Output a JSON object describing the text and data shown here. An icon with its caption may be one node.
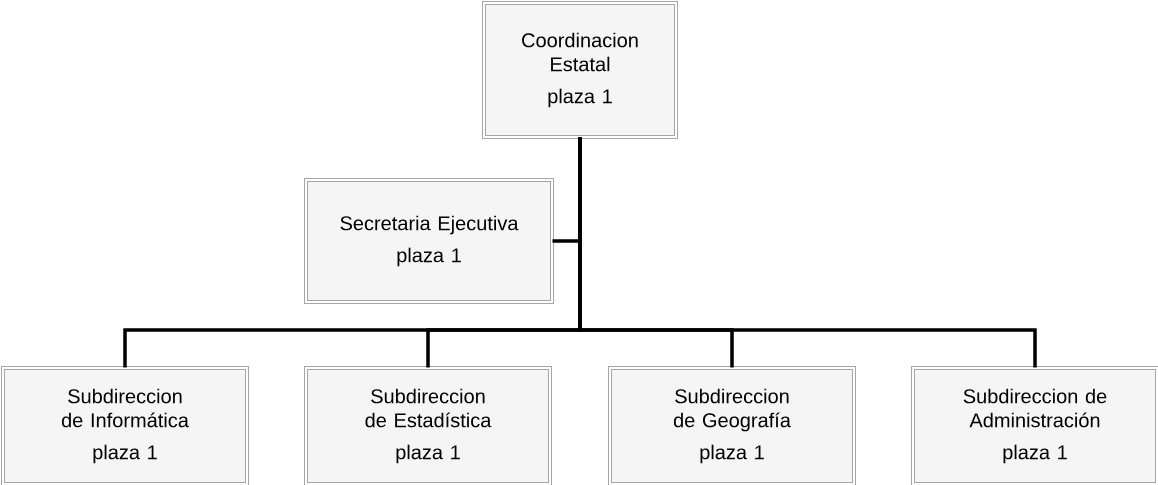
{
  "diagram": {
    "nodes": [
      {
        "text": [
          "Coordinacion Estatal",
          "plaza 1"
        ]
      },
      {
        "text": [
          "Secretaria Ejecutiva",
          "plaza 1"
        ]
      },
      {
        "text": [
          "Subdireccion de Informática",
          "plaza 1"
        ]
      },
      {
        "text": [
          "Subdireccion de Estadística",
          "plaza 1"
        ]
      },
      {
        "text": [
          "Subdireccion de Geografía",
          "plaza 1"
        ]
      },
      {
        "text": [
          "Subdireccion de Administración",
          "plaza 1"
        ]
      }
    ],
    "edges": [
      {
        "from": 0,
        "to": 1,
        "arrow": "none"
      },
      {
        "from": 0,
        "to": 2,
        "arrow": "none"
      },
      {
        "from": 0,
        "to": 3,
        "arrow": "none"
      },
      {
        "from": 0,
        "to": 4,
        "arrow": "none"
      },
      {
        "from": 0,
        "to": 5,
        "arrow": "none"
      }
    ]
  }
}
